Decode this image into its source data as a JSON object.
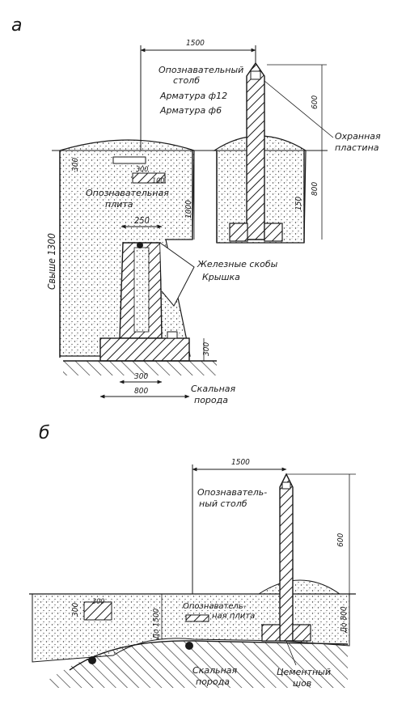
{
  "diagram_a": {
    "figure_letter": "а",
    "labels": {
      "marker_post": [
        "Опознавательный",
        "столб"
      ],
      "rebar_12": "Арматура ф12",
      "rebar_6": "Арматура ф6",
      "guard_plate": [
        "Охранная",
        "пластина"
      ],
      "marker_slab": [
        "Опознавательная",
        "плита"
      ],
      "iron_brackets": "Железные скобы",
      "cover": "Крышка",
      "rock": [
        "Скальная",
        "порода"
      ],
      "over_depth": "Свыше 1300"
    },
    "dimensions": {
      "top_width": "1500",
      "post_above": "600",
      "post_below": "800",
      "base_height_right": "150",
      "slab_depth": "1000",
      "surface_layer": "300",
      "slab_width": "300",
      "slab_thk": "100",
      "pit_top": "250",
      "base_height": "300",
      "inner_width": "300",
      "bottom_width": "800"
    }
  },
  "diagram_b": {
    "figure_letter": "б",
    "labels": {
      "marker_post": [
        "Опознаватель-",
        "ный столб"
      ],
      "marker_slab": [
        "Опознаватель-",
        "ная плита"
      ],
      "rock": [
        "Скальная",
        "порода"
      ],
      "cement_seam": [
        "Цементный",
        "шов"
      ]
    },
    "dimensions": {
      "top_width": "1500",
      "post_above": "600",
      "depth_left": "До 1500",
      "depth_right": "До 800",
      "surface_layer": "300",
      "slab_width": "300"
    }
  }
}
